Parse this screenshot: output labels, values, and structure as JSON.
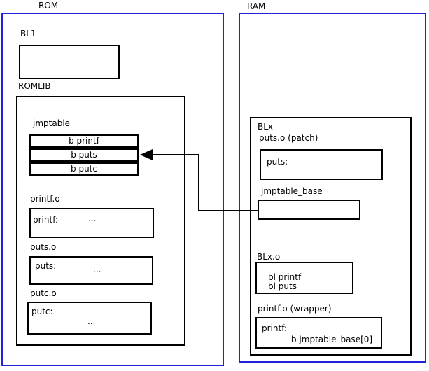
{
  "colors": {
    "frame": "#2121dd",
    "line": "#000000"
  },
  "rom": {
    "title": "ROM",
    "bl1_label": "BL1",
    "romlib_label": "ROMLIB",
    "jmptable": {
      "label": "jmptable",
      "rows": [
        "b printf",
        "b puts",
        "b putc"
      ]
    },
    "printf_o": {
      "label": "printf.o",
      "sym": "printf:",
      "dots": "..."
    },
    "puts_o": {
      "label": "puts.o",
      "sym": "puts:",
      "dots": "..."
    },
    "putc_o": {
      "label": "putc.o",
      "sym": "putc:",
      "dots": "..."
    }
  },
  "ram": {
    "title": "RAM",
    "blx_label": "BLx",
    "puts_patch": {
      "label": "puts.o (patch)",
      "sym": "puts:"
    },
    "jmptable_base_label": "jmptable_base",
    "blx_o": {
      "label": "BLx.o",
      "line1": "bl printf",
      "line2": "bl puts"
    },
    "printf_wrapper": {
      "label": "printf.o (wrapper)",
      "sym": "printf:",
      "branch": "b jmptable_base[0]"
    }
  }
}
